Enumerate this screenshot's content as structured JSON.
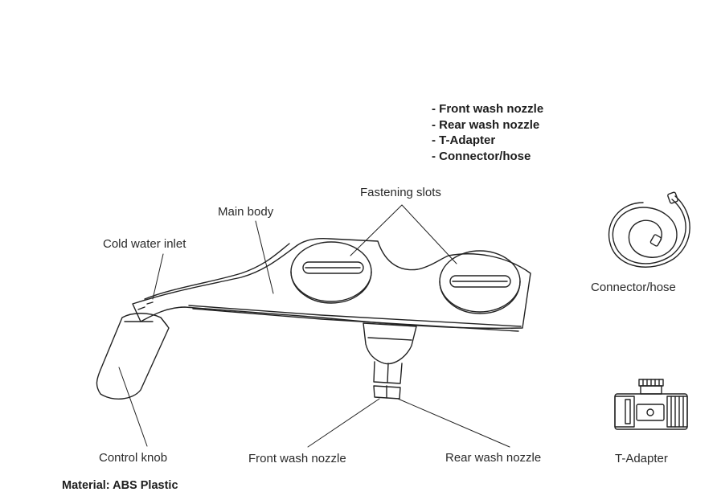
{
  "parts_list": [
    "- Front wash nozzle",
    "- Rear wash nozzle",
    "- T-Adapter",
    "- Connector/hose"
  ],
  "labels": {
    "fastening_slots": "Fastening slots",
    "main_body": "Main body",
    "cold_water_inlet": "Cold water inlet",
    "connector_hose": "Connector/hose",
    "control_knob": "Control knob",
    "front_wash_nozzle": "Front wash nozzle",
    "rear_wash_nozzle": "Rear wash nozzle",
    "t_adapter": "T-Adapter"
  },
  "material": "Material: ABS Plastic"
}
